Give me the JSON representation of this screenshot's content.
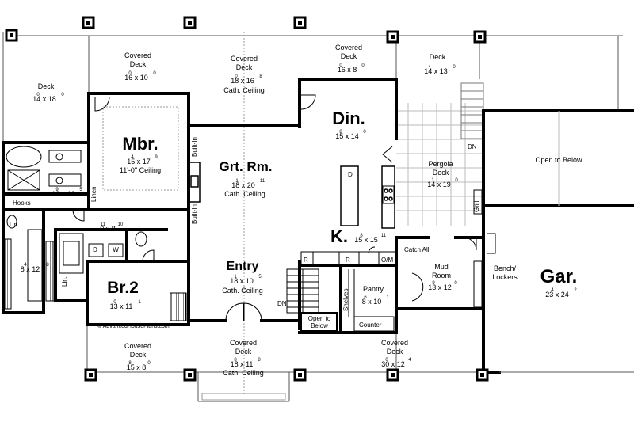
{
  "rooms": {
    "deck_left": {
      "name": "Deck",
      "dims": "14 x 18",
      "sup1": "0",
      "sup2": "0"
    },
    "covered_deck_a": {
      "name1": "Covered",
      "name2": "Deck",
      "dims": "16 x 10",
      "sup1": "0",
      "sup2": "0"
    },
    "covered_deck_b": {
      "name1": "Covered",
      "name2": "Deck",
      "dims": "18 x 16",
      "sup1": "0",
      "sup2": "8",
      "note": "Cath. Ceiling"
    },
    "covered_deck_c": {
      "name1": "Covered",
      "name2": "Deck",
      "dims": "16 x 8",
      "sup1": "0",
      "sup2": "0"
    },
    "deck_right": {
      "name": "Deck",
      "dims": "14 x 13",
      "sup1": "4",
      "sup2": "0"
    },
    "mbr": {
      "name": "Mbr.",
      "dims": "15 x 17",
      "sup1": "4",
      "sup2": "9",
      "note": "11'-0\" Ceiling"
    },
    "grt_rm": {
      "name": "Grt. Rm.",
      "dims": "18 x 20",
      "sup1": "1",
      "sup2": "11",
      "note": "Cath. Ceiling"
    },
    "din": {
      "name": "Din.",
      "dims": "15 x 14",
      "sup1": "8",
      "sup2": "0"
    },
    "pergola": {
      "name1": "Pergola",
      "name2": "Deck",
      "dims": "14 x 19",
      "sup1": "1",
      "sup2": "0"
    },
    "open_below_right": {
      "name": "Open to Below"
    },
    "bath": {
      "dims": "13 x 13",
      "sup1": "9",
      "sup2": "5"
    },
    "hall": {
      "dims": "9 x 8",
      "sup1": "11",
      "sup2": "10"
    },
    "bath2": {
      "dims": "8 x 12",
      "sup1": "4",
      "sup2": "8"
    },
    "k": {
      "name": "K.",
      "dims": "15 x 15",
      "sup1": "8",
      "sup2": "11"
    },
    "mud": {
      "name1": "Mud",
      "name2": "Room",
      "dims": "13 x 12",
      "sup1": "9",
      "sup2": "0"
    },
    "bench": {
      "name1": "Bench/",
      "name2": "Lockers"
    },
    "gar": {
      "name": "Gar.",
      "dims": "23 x 24",
      "sup1": "4",
      "sup2": "2"
    },
    "entry": {
      "name": "Entry",
      "dims": "18 x 10",
      "sup1": "1",
      "sup2": "5",
      "note": "Cath. Ceiling"
    },
    "br2": {
      "name": "Br.2",
      "dims": "13 x 11",
      "sup1": "0",
      "sup2": "1"
    },
    "pantry": {
      "name": "Pantry",
      "dims": "8 x 10",
      "sup1": "6",
      "sup2": "1"
    },
    "open_below_stair": {
      "name1": "Open to",
      "name2": "Below"
    },
    "covered_deck_d": {
      "name1": "Covered",
      "name2": "Deck",
      "dims": "15 x 8",
      "sup1": "8",
      "sup2": "0"
    },
    "covered_deck_e": {
      "name1": "Covered",
      "name2": "Deck",
      "dims": "18 x 11",
      "sup1": "8",
      "sup2": "8",
      "note": "Cath. Ceiling"
    },
    "covered_deck_f": {
      "name1": "Covered",
      "name2": "Deck",
      "dims": "30 x 12",
      "sup1": "0",
      "sup2": "4"
    }
  },
  "labels": {
    "built_in_top": "Built-In",
    "built_in_bottom": "Built-In",
    "linen": "Linen",
    "hooks": "Hooks",
    "lin_small": "Lin.",
    "lin": "Lin.",
    "w": "W",
    "d": "D",
    "dn_stair": "DN",
    "dn_right": "DN",
    "grill": "Grill",
    "catch_all": "Catch All",
    "om": "O/M",
    "r1": "R",
    "r2": "R",
    "dw": "D",
    "shelves": "Shelves",
    "counter": "Counter",
    "copyright": "© AdvancedHousePlans.com"
  }
}
